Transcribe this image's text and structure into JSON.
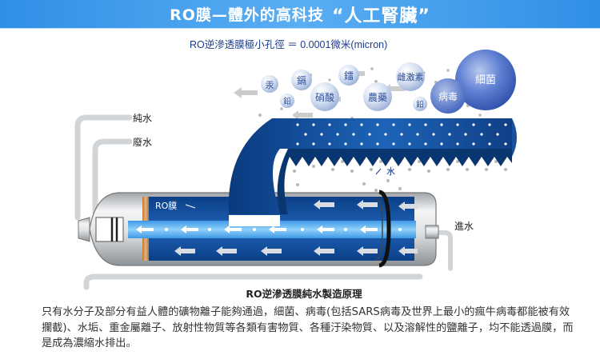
{
  "banner": {
    "title": "RO膜—體外的高科技",
    "highlight": "“人工腎臟”"
  },
  "diagram": {
    "pore_size_label": "RO逆滲透膜極小孔徑 ＝ 0.0001微米(micron)",
    "contaminants": [
      "汞",
      "鎘",
      "鐳",
      "雌激素",
      "細菌",
      "鉛",
      "硝酸",
      "農藥",
      "鉛",
      "病毒"
    ],
    "pure_water_label": "純水",
    "waste_water_label": "廢水",
    "water_label": "水",
    "membrane_label": "RO膜",
    "inlet_label": "進水",
    "caption": "RO逆滲透膜純水製造原理"
  },
  "description": "只有水分子及部分有益人體的礦物離子能夠通過，細菌、病毒(包括SARS病毒及世界上最小的瘋牛病毒都能被有效攔截)、水垢、重金屬離子、放射性物質等各類有害物質、各種汙染物質、以及溶解性的鹽離子，均不能透過膜，而是成為濃縮水排出。",
  "colors": {
    "banner": "#3a97ea",
    "tube_dark": "#0b3f86",
    "tube_mid": "#1e5fb0",
    "membrane": "#d9a064",
    "pipe": "#c8ccd0",
    "contaminant": "#c4d2ee",
    "arrow": "#c8c8c8"
  }
}
